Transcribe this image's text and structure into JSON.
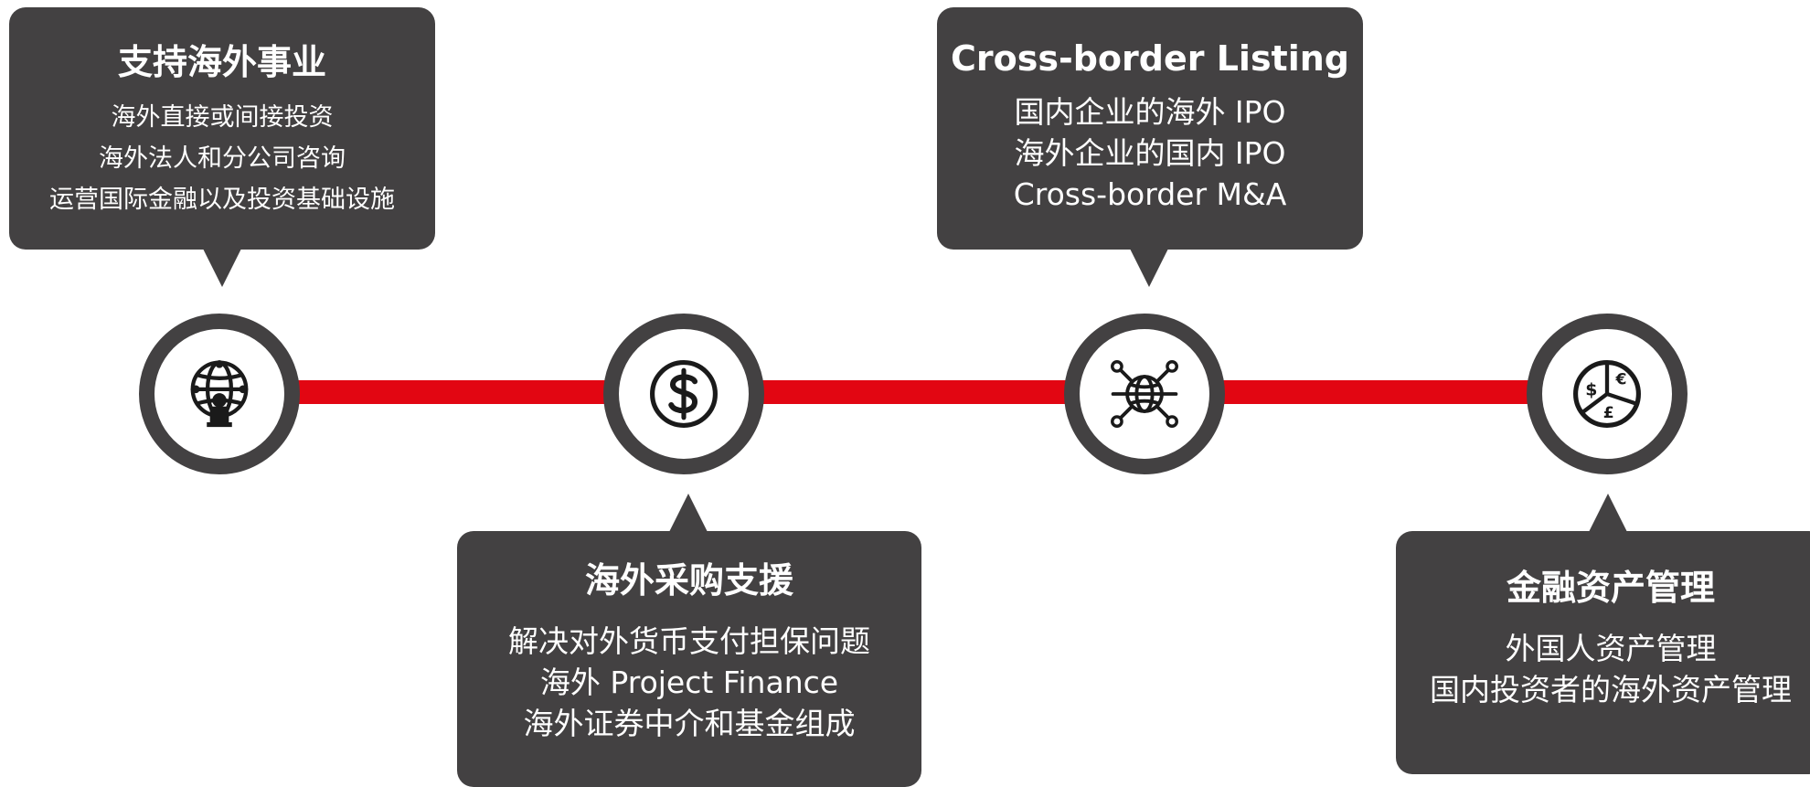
{
  "colors": {
    "accent": "#e20612",
    "box_bg": "#434142",
    "text": "#ffffff"
  },
  "steps": [
    {
      "icon": "globe-connections-icon",
      "title": "支持海外事业",
      "lines": [
        "海外直接或间接投资",
        "海外法人和分公司咨询",
        "运营国际金融以及投资基础设施"
      ]
    },
    {
      "icon": "dollar-coin-icon",
      "title": "海外采购支援",
      "lines": [
        "解决对外货币支付担保问题",
        "海外 Project Finance",
        "海外证券中介和基金组成"
      ]
    },
    {
      "icon": "global-network-icon",
      "title": "Cross-border Listing",
      "lines": [
        "国内企业的海外 IPO",
        "海外企业的国内 IPO",
        "Cross-border M&A"
      ]
    },
    {
      "icon": "currency-pie-icon",
      "title": "金融资产管理",
      "lines": [
        "外国人资产管理",
        "国内投资者的海外资产管理"
      ]
    }
  ]
}
